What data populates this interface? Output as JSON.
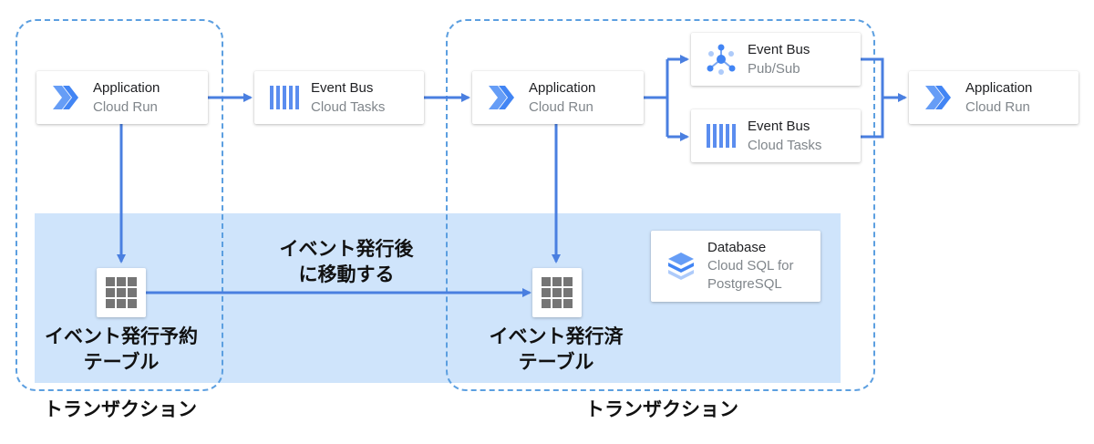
{
  "colors": {
    "arrow": "#4a7fe0",
    "dashed": "#5c9fe0",
    "band": "#cfe4fb",
    "cloud_run": "#669df6",
    "tasks": "#5b8def",
    "pubsub": "#7aa7f2"
  },
  "app1": {
    "title": "Application",
    "subtitle": "Cloud Run",
    "icon": "cloud-run-icon"
  },
  "bus1": {
    "title": "Event Bus",
    "subtitle": "Cloud Tasks",
    "icon": "cloud-tasks-icon"
  },
  "app2": {
    "title": "Application",
    "subtitle": "Cloud Run",
    "icon": "cloud-run-icon"
  },
  "bus_pubsub": {
    "title": "Event Bus",
    "subtitle": "Pub/Sub",
    "icon": "pubsub-icon"
  },
  "bus_tasks": {
    "title": "Event Bus",
    "subtitle": "Cloud Tasks",
    "icon": "cloud-tasks-icon"
  },
  "app3": {
    "title": "Application",
    "subtitle": "Cloud Run",
    "icon": "cloud-run-icon"
  },
  "database": {
    "title": "Database",
    "line1": "Cloud SQL for",
    "line2": "PostgreSQL",
    "icon": "cloud-sql-icon"
  },
  "table_left": {
    "line1": "イベント発行予約",
    "line2": "テーブル",
    "icon": "table-grid-icon"
  },
  "table_right": {
    "line1": "イベント発行済",
    "line2": "テーブル",
    "icon": "table-grid-icon"
  },
  "move_label": {
    "line1": "イベント発行後",
    "line2": "に移動する"
  },
  "transaction_left": "トランザクション",
  "transaction_right": "トランザクション"
}
